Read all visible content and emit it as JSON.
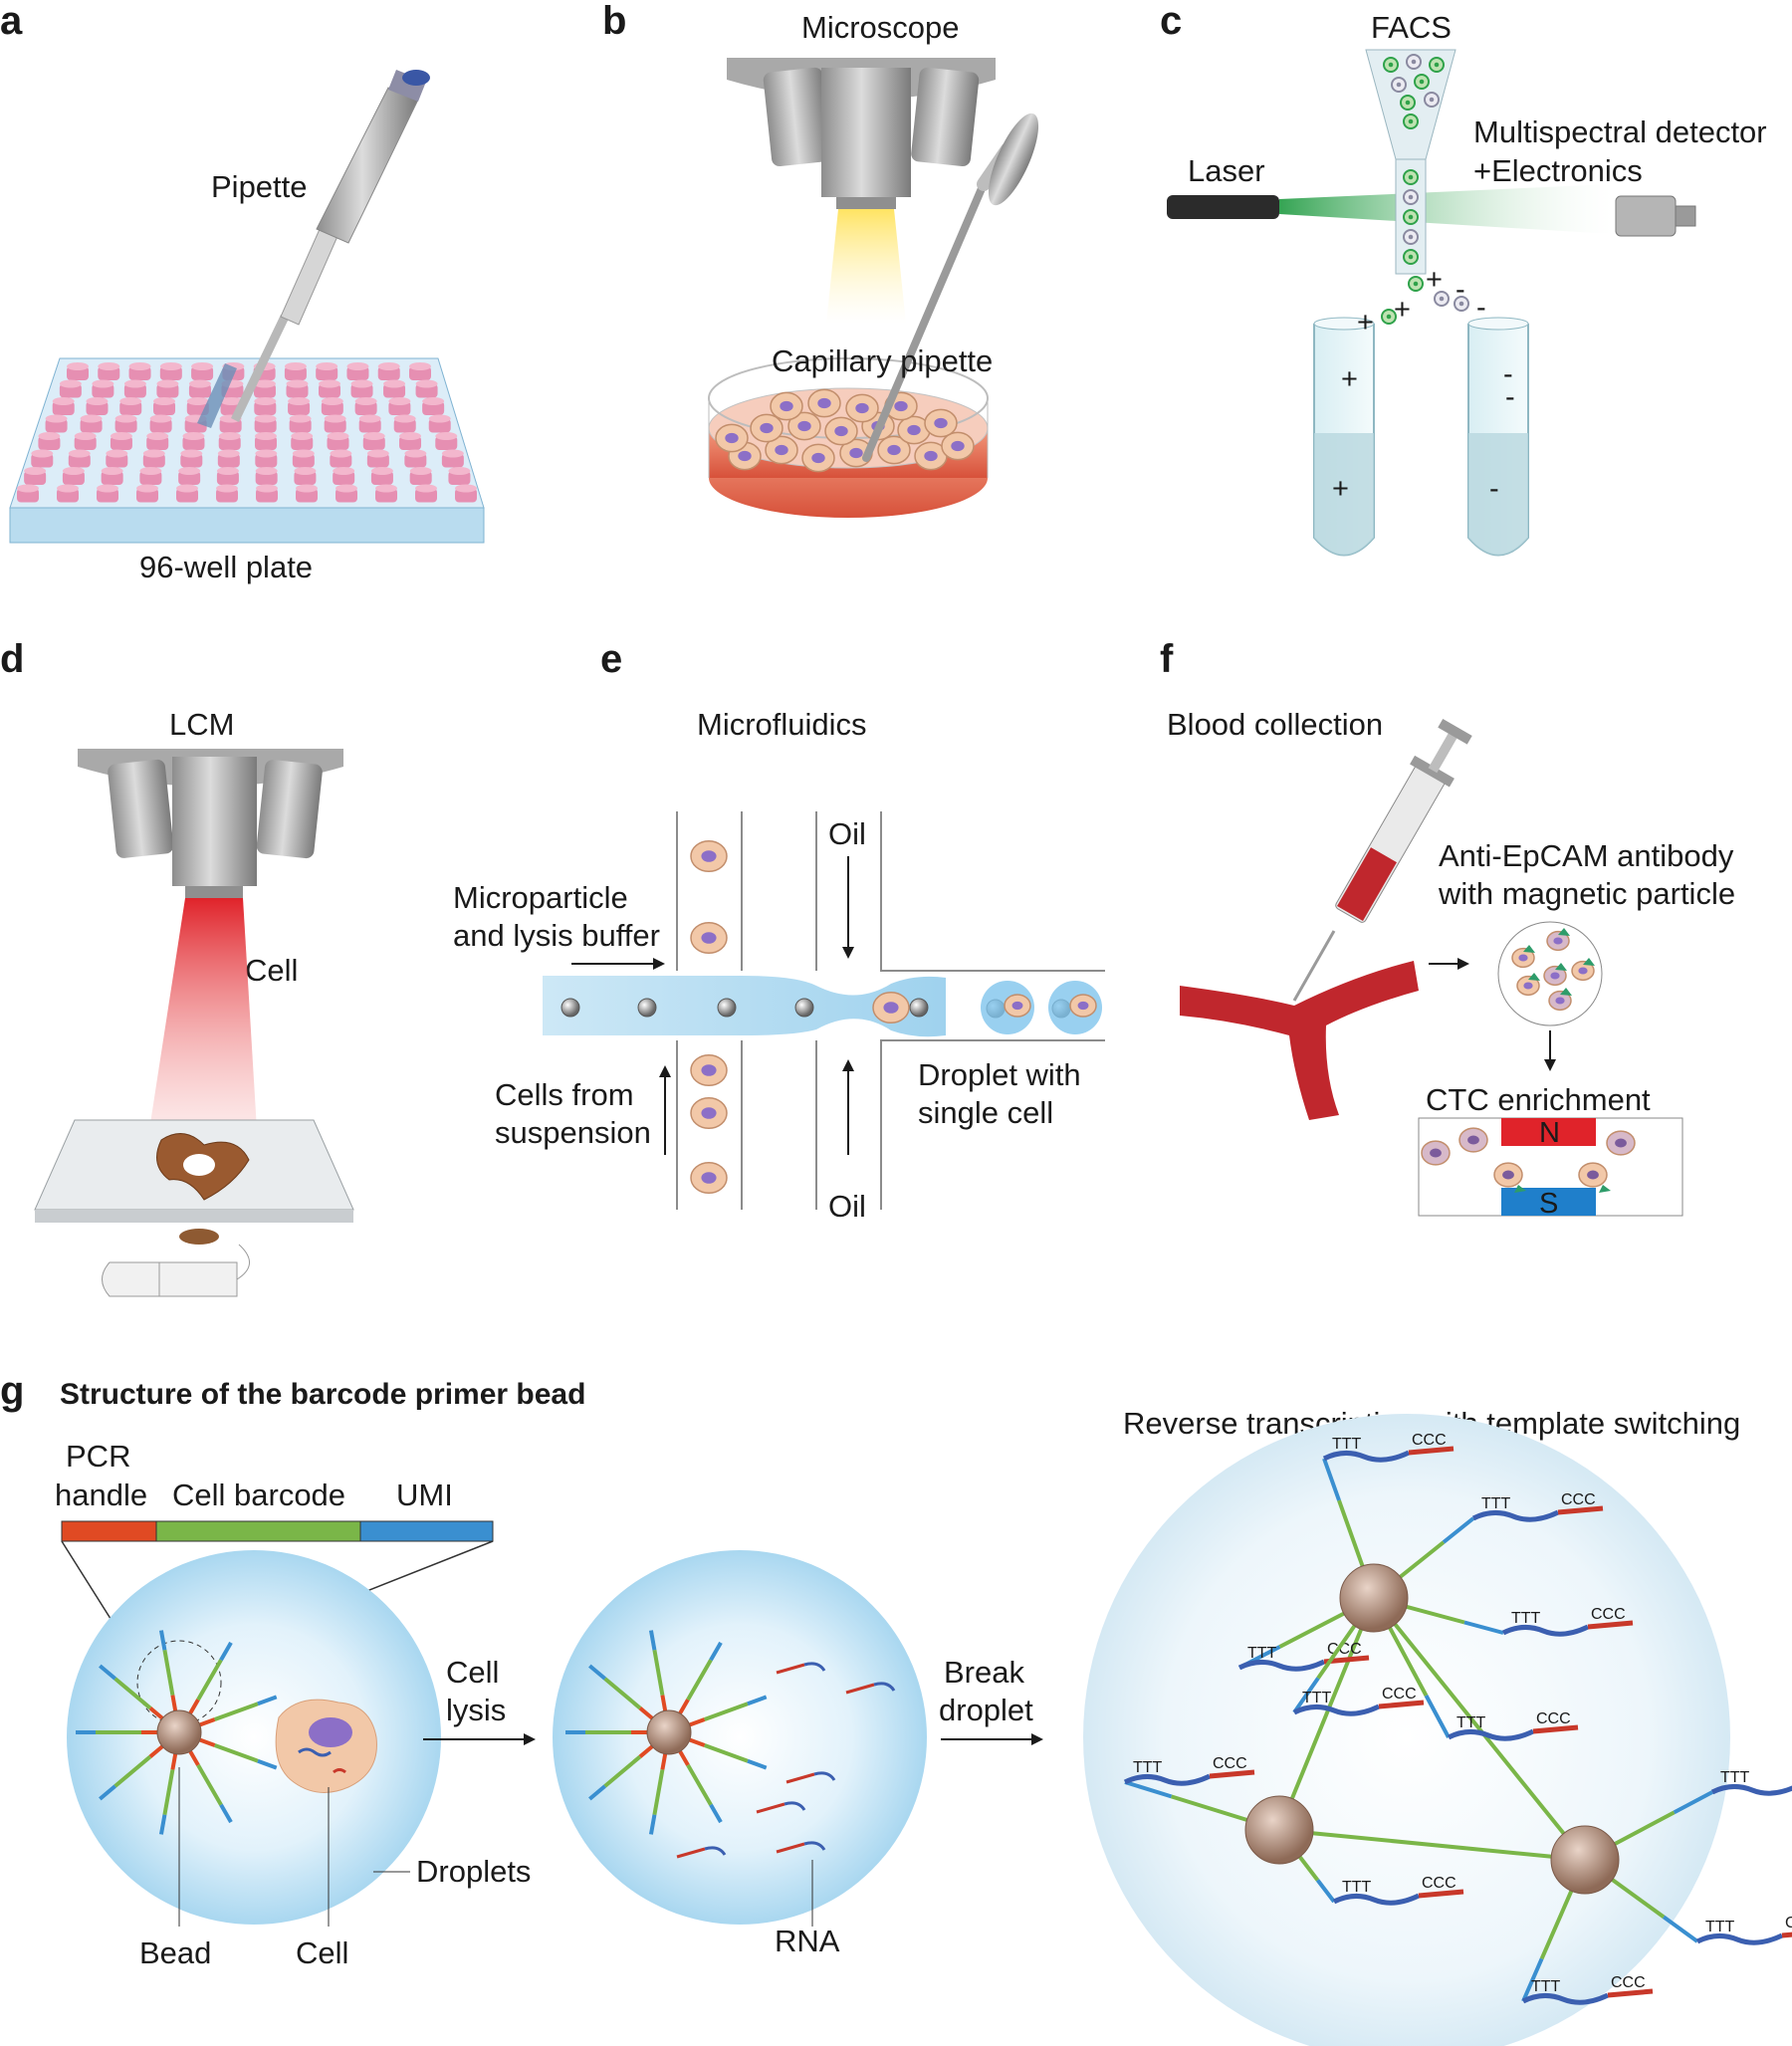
{
  "panels": {
    "a": {
      "letter": "a",
      "pipette": "Pipette",
      "plate": "96-well plate"
    },
    "b": {
      "letter": "b",
      "microscope": "Microscope",
      "capillary": "Capillary pipette"
    },
    "c": {
      "letter": "c",
      "facs": "FACS",
      "laser": "Laser",
      "detector_1": "Multispectral detector",
      "detector_2": "+Electronics",
      "plus": "+",
      "minus": "-"
    },
    "d": {
      "letter": "d",
      "lcm": "LCM",
      "cell": "Cell"
    },
    "e": {
      "letter": "e",
      "microfluidics": "Microfluidics",
      "oil": "Oil",
      "microparticle_1": "Microparticle",
      "microparticle_2": "and lysis buffer",
      "cells_1": "Cells from",
      "cells_2": "suspension",
      "droplet_1": "Droplet with",
      "droplet_2": "single cell"
    },
    "f": {
      "letter": "f",
      "blood": "Blood collection",
      "antibody_1": "Anti-EpCAM antibody",
      "antibody_2": "with magnetic particle",
      "ctc": "CTC enrichment",
      "north": "N",
      "south": "S"
    },
    "g": {
      "letter": "g",
      "title": "Structure of the barcode primer bead",
      "pcr_1": "PCR",
      "pcr_2": "handle",
      "cell_barcode": "Cell barcode",
      "umi": "UMI",
      "cell_lysis_1": "Cell",
      "cell_lysis_2": "lysis",
      "break_1": "Break",
      "break_2": "droplet",
      "bead": "Bead",
      "cell": "Cell",
      "droplets": "Droplets",
      "rna": "RNA",
      "rt": "Reverse transcription with template switching",
      "ttt": "TTT",
      "ccc": "CCC"
    }
  },
  "colors": {
    "pcr_handle": "#e04a23",
    "cell_barcode": "#7ab648",
    "umi": "#3a8fd0",
    "rna_blue": "#3b5fb0",
    "rna_red": "#c8382a",
    "bead": "#a98673",
    "droplet": "#bfe1f2",
    "cell_body": "#f2c8a8",
    "nucleus": "#8c6fc7",
    "magnet_n": "#e0232a",
    "magnet_s": "#1f7fcb",
    "laser_green": "#2fa24a",
    "lcm_red": "#e0232a"
  }
}
